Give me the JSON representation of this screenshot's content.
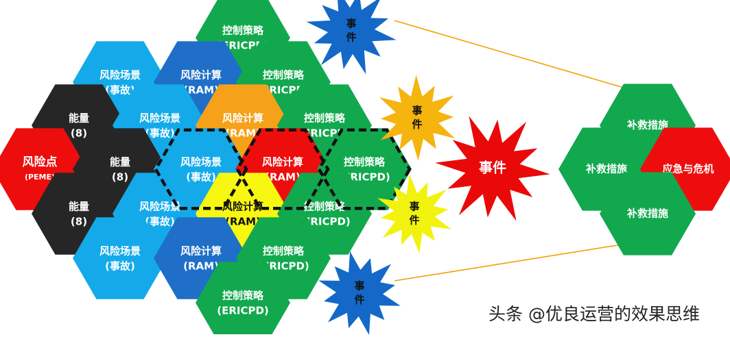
{
  "colors": {
    "scene_blue": "#14aaea",
    "calc_blue": "#1f6fc8",
    "energy_black": "#262626",
    "hazard_red": "#ee0d0d",
    "control_green": "#12a84e",
    "calc_orange": "#f5a21a",
    "calc_yellow": "#f7f711",
    "event_blue": "#1469c8",
    "event_orange": "#f5b40e",
    "event_yellow": "#f2f20f",
    "event_red": "#ea0909",
    "connector": "#f0a000"
  },
  "diagram": {
    "hexes": [
      {
        "label1": "控制策略",
        "label2": "(ERICPD)",
        "color": "control_green"
      },
      {
        "label1": "风险场景",
        "label2": "(事故)",
        "color": "scene_blue"
      },
      {
        "label1": "风险计算",
        "label2": "(RAM)",
        "color": "calc_blue"
      },
      {
        "label1": "控制策略",
        "label2": "(ERICPD)",
        "color": "control_green"
      },
      {
        "label1": "能量",
        "label2": "(8)",
        "color": "energy_black"
      },
      {
        "label1": "风险场景",
        "label2": "(事故)",
        "color": "scene_blue"
      },
      {
        "label1": "风险计算",
        "label2": "(RAM)",
        "color": "calc_orange"
      },
      {
        "label1": "控制策略",
        "label2": "(ERICPD)",
        "color": "control_green"
      },
      {
        "label1": "风险点",
        "label2": "(PEME)",
        "color": "hazard_red"
      },
      {
        "label1": "能量",
        "label2": "(8)",
        "color": "energy_black"
      },
      {
        "label1": "风险场景",
        "label2": "(事故)",
        "color": "scene_blue",
        "dashed": true
      },
      {
        "label1": "风险计算",
        "label2": "(RAM)",
        "color": "hazard_red",
        "dashed": true
      },
      {
        "label1": "控制策略",
        "label2": "(ERICPD)",
        "color": "control_green",
        "dashed": true
      },
      {
        "label1": "能量",
        "label2": "(8)",
        "color": "energy_black"
      },
      {
        "label1": "风险场景",
        "label2": "(事故)",
        "color": "scene_blue"
      },
      {
        "label1": "风险计算",
        "label2": "(RAM)",
        "color": "calc_yellow"
      },
      {
        "label1": "控制策略",
        "label2": "(ERICPD)",
        "color": "control_green"
      },
      {
        "label1": "风险场景",
        "label2": "(事故)",
        "color": "scene_blue"
      },
      {
        "label1": "风险计算",
        "label2": "(RAM)",
        "color": "calc_blue"
      },
      {
        "label1": "控制策略",
        "label2": "(ERICPD)",
        "color": "control_green"
      },
      {
        "label1": "控制策略",
        "label2": "(ERICPD)",
        "color": "control_green"
      }
    ],
    "events": [
      {
        "label": "事件",
        "color": "event_blue"
      },
      {
        "label": "事件",
        "color": "event_orange"
      },
      {
        "label": "事件",
        "color": "event_red"
      },
      {
        "label": "事件",
        "color": "event_yellow"
      },
      {
        "label": "事件",
        "color": "event_blue"
      }
    ],
    "response_hexes": [
      {
        "label": "补救措施",
        "color": "control_green"
      },
      {
        "label": "补救措施",
        "color": "control_green"
      },
      {
        "label": "应急与危机",
        "color": "hazard_red"
      },
      {
        "label": "补救措施",
        "color": "control_green"
      }
    ]
  },
  "watermark": "头条 @优良运营的效果思维"
}
